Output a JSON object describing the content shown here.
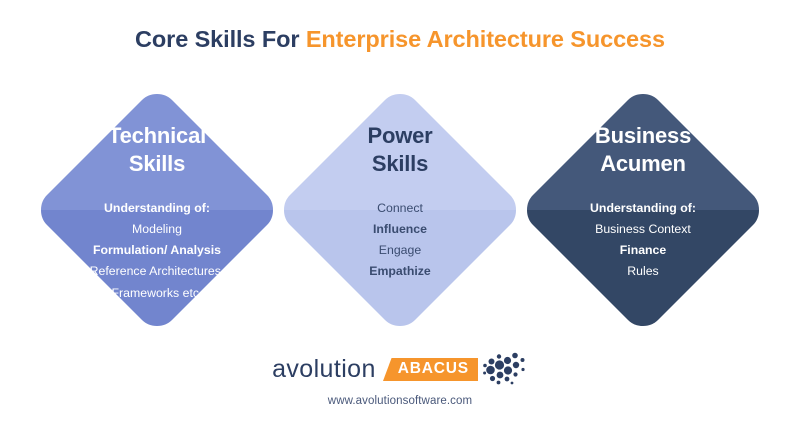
{
  "title": {
    "primary": "Core Skills For ",
    "accent": "Enterprise Architecture Success",
    "primary_color": "#2c3e62",
    "accent_color": "#f6952c"
  },
  "diamonds": [
    {
      "id": "technical-skills",
      "heading_lines": [
        "Technical",
        "Skills"
      ],
      "body_lines": [
        {
          "text": "Understanding of:",
          "bold": true
        },
        {
          "text": "Modeling",
          "bold": false
        },
        {
          "text": "Formulation/ Analysis",
          "bold": true
        },
        {
          "text": "Reference Architectures,",
          "bold": false
        },
        {
          "text": "Frameworks etc.",
          "bold": false
        }
      ],
      "fill_top": "#8193d6",
      "fill_bottom": "#7285ce",
      "text_style": "light"
    },
    {
      "id": "power-skills",
      "heading_lines": [
        "Power",
        "Skills"
      ],
      "body_lines": [
        {
          "text": "Connect",
          "bold": false
        },
        {
          "text": "Influence",
          "bold": true
        },
        {
          "text": "Engage",
          "bold": false
        },
        {
          "text": "Empathize",
          "bold": true
        }
      ],
      "fill_top": "#c3cdf0",
      "fill_bottom": "#b9c5ec",
      "text_style": "dark"
    },
    {
      "id": "business-acumen",
      "heading_lines": [
        "Business",
        "Acumen"
      ],
      "body_lines": [
        {
          "text": "Understanding of:",
          "bold": true
        },
        {
          "text": "Business Context",
          "bold": false
        },
        {
          "text": "Finance",
          "bold": true
        },
        {
          "text": "Rules",
          "bold": false
        }
      ],
      "fill_top": "#44587a",
      "fill_bottom": "#334765",
      "text_style": "light"
    }
  ],
  "logo": {
    "word": "avolution",
    "badge": "ABACUS",
    "badge_color": "#f6952c",
    "word_color": "#2c3e62",
    "node_color": "#2c3e62",
    "url": "www.avolutionsoftware.com"
  }
}
